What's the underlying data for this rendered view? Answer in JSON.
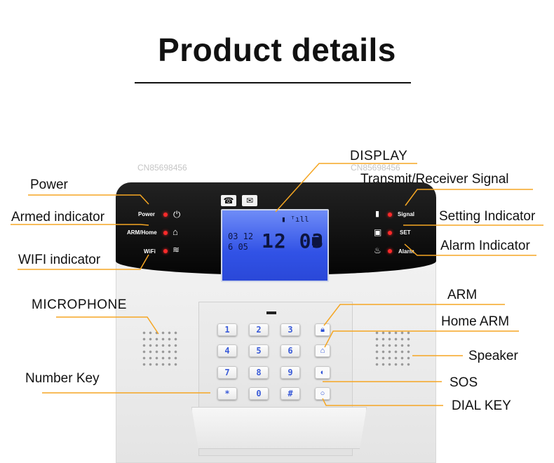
{
  "title": "Product details",
  "watermark": "CN85698456",
  "callouts": {
    "display": "DISPLAY",
    "power": "Power",
    "transmit_receiver_signal": "Transmit/Receiver Signal",
    "armed_indicator": "Armed indicator",
    "setting_indicator": "Setting Indicator",
    "wifi_indicator": "WIFI indicator",
    "alarm_indicator": "Alarm Indicator",
    "microphone": "MICROPHONE",
    "arm": "ARM",
    "home_arm": "Home ARM",
    "speaker": "Speaker",
    "number_key": "Number Key",
    "sos": "SOS",
    "dial_key": "DIAL KEY"
  },
  "panel": {
    "left_leds": [
      "Power",
      "ARM/Home",
      "WiFi"
    ],
    "right_leds": [
      "Signal",
      "SET",
      "Alarm"
    ],
    "lcd": {
      "row1": "03 12",
      "row2": "6 05",
      "time": "12 03"
    }
  },
  "keypad": {
    "keys": [
      "1",
      "2",
      "3",
      "4",
      "5",
      "6",
      "7",
      "8",
      "9",
      "*",
      "0",
      "#"
    ]
  },
  "icons": {
    "phone_button": "phone-icon",
    "mail_button": "mail-icon",
    "power": "power-icon",
    "home": "home-icon",
    "wifi": "wifi-icon",
    "signal": "signal-icon",
    "set": "set-icon",
    "alarm": "alarm-icon",
    "arm_key": "lock-icon",
    "home_arm_key": "home-icon",
    "sos_key": "sos-icon",
    "dial_key": "dial-icon"
  },
  "colors": {
    "callout_line": "#f5a623",
    "led": "#ff2a2a",
    "lcd": "#3152e6",
    "key_text": "#3a5bd8"
  }
}
